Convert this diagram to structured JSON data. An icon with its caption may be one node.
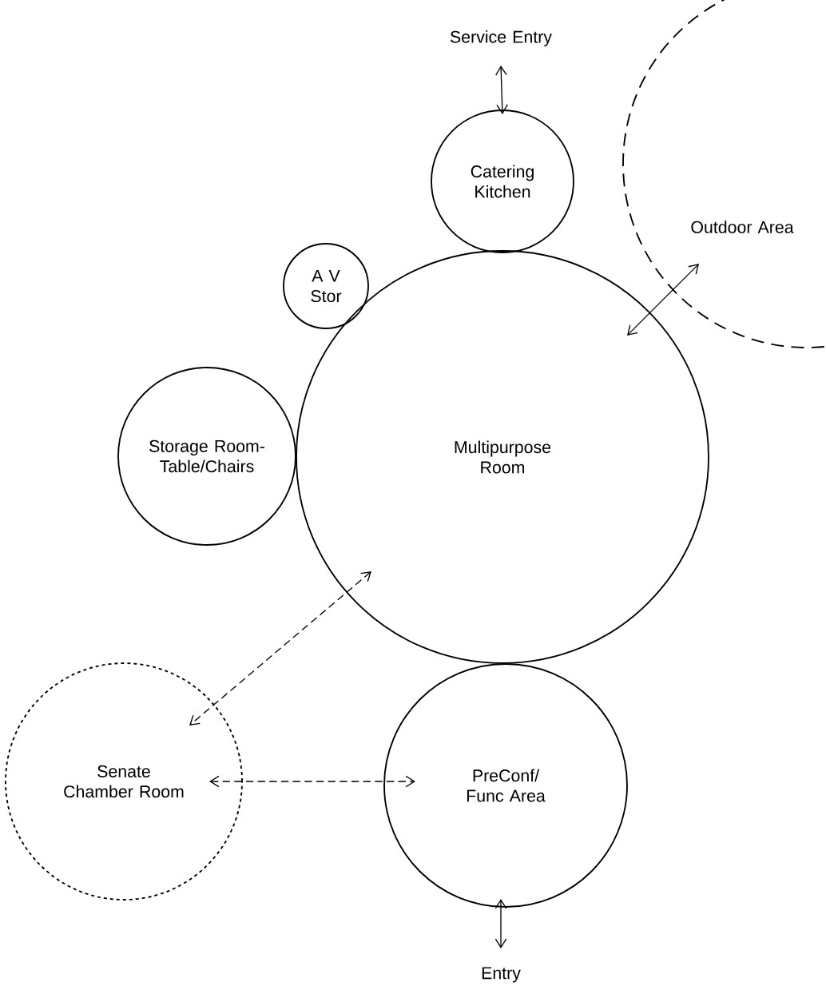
{
  "diagram": {
    "nodes": [
      {
        "text": [
          "Service Entry"
        ]
      },
      {
        "text": [
          "Catering Kitchen"
        ]
      },
      {
        "text": [
          "Outdoor Area"
        ]
      },
      {
        "text": [
          "A V Stor"
        ]
      },
      {
        "text": [
          "Storage Room-Table/Chairs"
        ]
      },
      {
        "text": [
          "Multipurpose Room"
        ]
      },
      {
        "text": [
          "Senate Chamber Room"
        ]
      },
      {
        "text": [
          "PreConf/ Func Area"
        ]
      },
      {
        "text": [
          "Entry"
        ]
      }
    ],
    "edges": [
      {
        "from": 0,
        "to": 1,
        "arrow": "both"
      },
      {
        "from": 5,
        "to": 2,
        "arrow": "both"
      },
      {
        "from": 5,
        "to": 6,
        "arrow": "both",
        "style": "dashed"
      },
      {
        "from": 6,
        "to": 7,
        "arrow": "both",
        "style": "dashed"
      },
      {
        "from": 7,
        "to": 8,
        "arrow": "both"
      }
    ]
  }
}
